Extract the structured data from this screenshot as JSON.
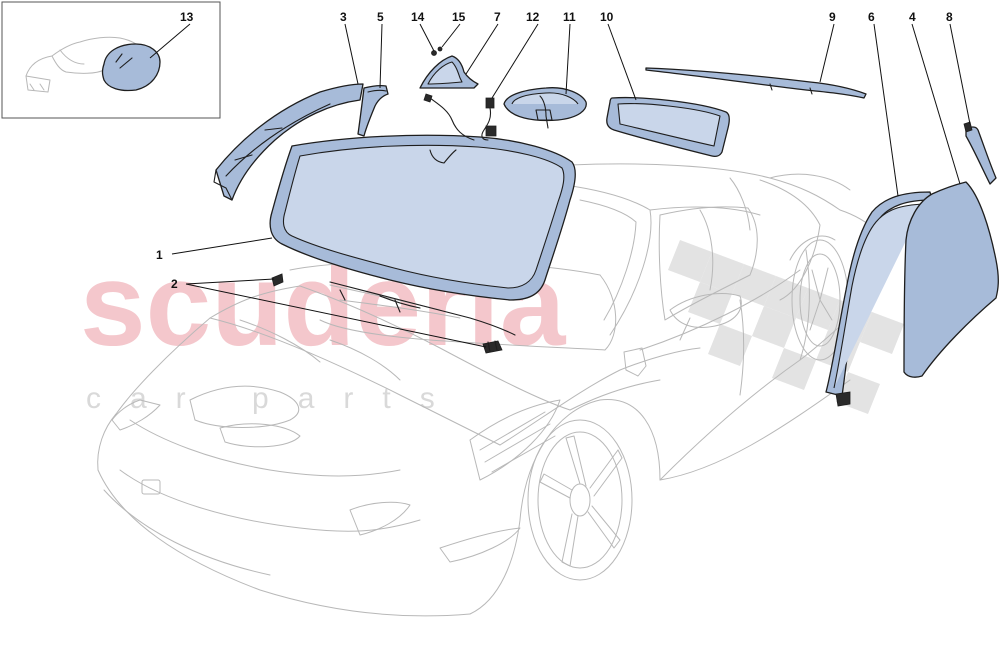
{
  "watermark": {
    "brand": "scuderia",
    "tagline": "car parts"
  },
  "callouts": {
    "n1": "1",
    "n2": "2",
    "n3": "3",
    "n4": "4",
    "n5": "5",
    "n6": "6",
    "n7": "7",
    "n8": "8",
    "n9": "9",
    "n10": "10",
    "n11": "11",
    "n12": "12",
    "n13": "13",
    "n14": "14",
    "n15": "15"
  },
  "colors": {
    "glass": "#a7bbd9",
    "outline": "#1e1e1e",
    "car_lines": "#b8b8b8",
    "watermark_main": "#f4c7cc",
    "watermark_sub": "#d9d9d9"
  }
}
